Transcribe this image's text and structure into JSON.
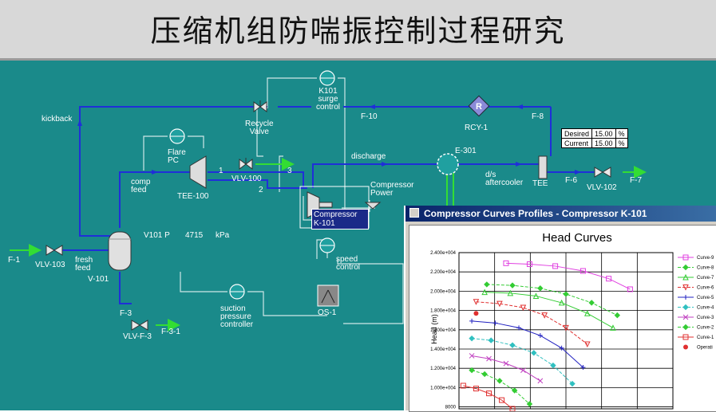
{
  "slide_title": "压缩机组防喘振控制过程研究",
  "labels": {
    "kickback": "kickback",
    "k101_surge_control": [
      "K101",
      "surge",
      "control"
    ],
    "f10": "F-10",
    "rcy1": "RCY-1",
    "f8": "F-8",
    "recycle_valve": [
      "Recycle",
      "Valve"
    ],
    "flare_pc": [
      "Flare",
      "PC"
    ],
    "discharge": "discharge",
    "e301": "E-301",
    "stream_1": "1",
    "stream_2": "2",
    "stream_3": "3",
    "vlv100": "VLV-100",
    "tee100": "TEE-100",
    "comp_feed": [
      "comp",
      "feed"
    ],
    "ds_aftercooler": [
      "d/s",
      "aftercooler"
    ],
    "tee": "TEE",
    "f6": "F-6",
    "vlv102": "VLV-102",
    "f7": "F-7",
    "compressor_power": [
      "Compressor",
      "Power"
    ],
    "compressor_k101": [
      "Compressor",
      "K-101"
    ],
    "speed_control": [
      "speed",
      "control"
    ],
    "f1": "F-1",
    "vlv103": "VLV-103",
    "fresh_feed": [
      "fresh",
      "feed"
    ],
    "v101": "V-101",
    "v101_p": "V101 P",
    "v101_p_value": "4715",
    "v101_p_unit": "kPa",
    "f3": "F-3",
    "vlvf3": "VLV-F-3",
    "f31": "F-3-1",
    "suction_pc": [
      "suction",
      "pressure",
      "controller"
    ],
    "os1": "OS-1",
    "rcy_symbol": "R"
  },
  "setpoint_table": [
    {
      "name": "Desired",
      "value": "15.00",
      "unit": "%"
    },
    {
      "name": "Current",
      "value": "15.00",
      "unit": "%"
    }
  ],
  "colors": {
    "background": "#1a8a8a",
    "energy_stream": "#1f2fd8",
    "material_stream": "#33dd33",
    "signal_line": "#cfe8e8",
    "window_title": "#0a246a"
  },
  "curves_window": {
    "title": "Compressor Curves Profiles - Compressor K-101",
    "chart_title": "Head Curves",
    "ylabel": "Head (m)"
  },
  "chart_data": {
    "type": "line",
    "title": "Head Curves",
    "ylabel": "Head (m)",
    "ylim": [
      7800,
      24000
    ],
    "yticks": [
      "2.400e+004",
      "2.200e+004",
      "2.000e+004",
      "1.800e+004",
      "1.600e+004",
      "1.400e+004",
      "1.200e+004",
      "1.000e+004",
      "8000"
    ],
    "ytick_values": [
      24000,
      22000,
      20000,
      18000,
      16000,
      14000,
      12000,
      10000,
      8000
    ],
    "xlim": [
      0,
      1
    ],
    "series": [
      {
        "name": "Curve-9",
        "color": "#e040e0",
        "marker": "square",
        "x": [
          0.22,
          0.33,
          0.45,
          0.58,
          0.7,
          0.8
        ],
        "y": [
          22900,
          22800,
          22600,
          22100,
          21300,
          20200
        ]
      },
      {
        "name": "Curve-8",
        "color": "#33cc33",
        "marker": "diamond",
        "x": [
          0.13,
          0.25,
          0.38,
          0.5,
          0.62,
          0.74
        ],
        "y": [
          20700,
          20600,
          20300,
          19700,
          18800,
          17500
        ]
      },
      {
        "name": "Curve-7",
        "color": "#33cc33",
        "marker": "triangle",
        "x": [
          0.12,
          0.24,
          0.36,
          0.48,
          0.6,
          0.72
        ],
        "y": [
          19900,
          19800,
          19500,
          18800,
          17700,
          16200
        ]
      },
      {
        "name": "Curve-6",
        "color": "#e03030",
        "marker": "triangle-down",
        "x": [
          0.08,
          0.19,
          0.3,
          0.4,
          0.5,
          0.6
        ],
        "y": [
          18900,
          18700,
          18300,
          17500,
          16200,
          14500
        ]
      },
      {
        "name": "Curve-5",
        "color": "#2020c0",
        "marker": "plus",
        "x": [
          0.06,
          0.17,
          0.28,
          0.38,
          0.48,
          0.58
        ],
        "y": [
          16900,
          16700,
          16200,
          15400,
          14100,
          12100
        ]
      },
      {
        "name": "Curve-4",
        "color": "#30c0c0",
        "marker": "diamond",
        "x": [
          0.06,
          0.15,
          0.25,
          0.35,
          0.44,
          0.53
        ],
        "y": [
          15100,
          14900,
          14400,
          13600,
          12300,
          10400
        ]
      },
      {
        "name": "Curve-3",
        "color": "#c040c0",
        "marker": "x",
        "x": [
          0.06,
          0.14,
          0.22,
          0.3,
          0.38
        ],
        "y": [
          13300,
          13000,
          12500,
          11800,
          10700
        ]
      },
      {
        "name": "Curve-2",
        "color": "#33cc33",
        "marker": "diamond",
        "x": [
          0.06,
          0.12,
          0.19,
          0.26,
          0.33
        ],
        "y": [
          11800,
          11400,
          10700,
          9700,
          8300
        ]
      },
      {
        "name": "Curve-1",
        "color": "#e03030",
        "marker": "square",
        "x": [
          0.02,
          0.08,
          0.14,
          0.2,
          0.25
        ],
        "y": [
          10200,
          9900,
          9400,
          8700,
          7800
        ]
      },
      {
        "name": "Operating",
        "color": "#e03030",
        "marker": "dot",
        "x": [
          0.08
        ],
        "y": [
          17700
        ]
      }
    ],
    "legend_position": "right",
    "legend_entries": [
      "Curve-9",
      "Curve-8",
      "Curve-7",
      "Curve-6",
      "Curve-5",
      "Curve-4",
      "Curve-3",
      "Curve-2",
      "Curve-1",
      "Operati"
    ]
  }
}
